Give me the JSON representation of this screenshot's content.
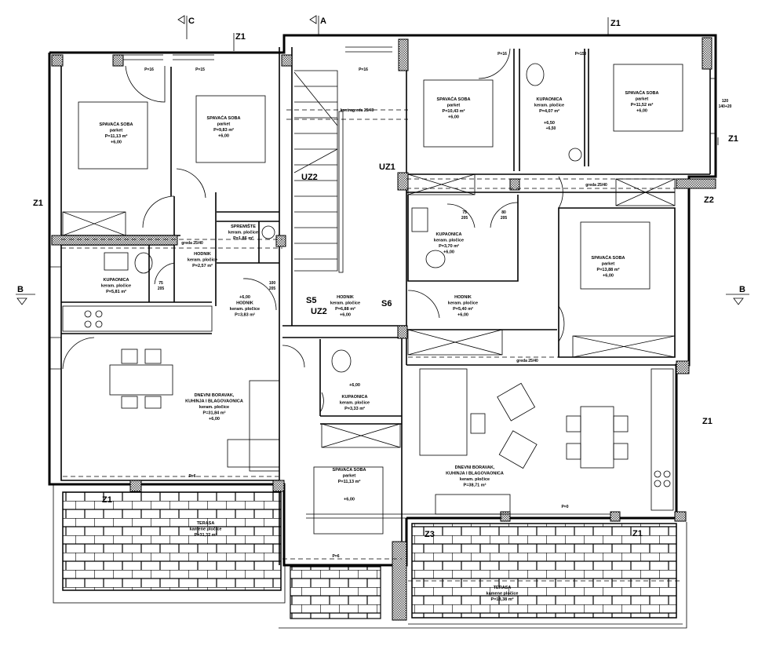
{
  "rooms": [
    {
      "lines": [
        "SPAVAĆA SOBA",
        "parket",
        "P=11,13 m²",
        "+6,00"
      ]
    },
    {
      "lines": [
        "SPAVAĆA SOBA",
        "parket",
        "P=9,83 m²",
        "+6,00"
      ]
    },
    {
      "lines": [
        "SPREMIŠTE",
        "keram. pločice",
        "P=1,86 m²"
      ]
    },
    {
      "lines": [
        "HODNIK",
        "keram. pločice",
        "P=2,57 m²"
      ]
    },
    {
      "lines": [
        "KUPAONICA",
        "keram. pločice",
        "P=5,81 m²"
      ]
    },
    {
      "lines": [
        "+6,00",
        "HODNIK",
        "keram. pločice",
        "P=3,83 m²"
      ]
    },
    {
      "lines": [
        "DNEVNI BORAVAK,",
        "KUHINJA I BLAGOVAONICA",
        "keram. pločice",
        "P=31,84 m²",
        "+6,00"
      ]
    },
    {
      "lines": [
        "HODNIK",
        "keram. pločice",
        "P=6,88 m²",
        "+6,00"
      ]
    },
    {
      "lines": [
        "HODNIK",
        "keram. pločice",
        "P=5,40 m²",
        "+6,00"
      ]
    },
    {
      "lines": [
        "KUPAONICA",
        "keram. pločice",
        "P=3,70 m²",
        "+6,00"
      ]
    },
    {
      "lines": [
        "SPAVAĆA SOBA",
        "parket",
        "P=10,43 m²",
        "+6,00"
      ]
    },
    {
      "lines": [
        "KUPAONICA",
        "keram. pločice",
        "P=4,07 m²",
        "",
        "+6,50"
      ]
    },
    {
      "lines": [
        "SPAVAĆA SOBA",
        "parket",
        "P=11,52 m²",
        "+6,00"
      ]
    },
    {
      "lines": [
        "SPAVAĆA SOBA",
        "parket",
        "P=13,88 m²",
        "+6,00"
      ]
    },
    {
      "lines": [
        "+6,00",
        "",
        "KUPAONICA",
        "keram. pločice",
        "P=3,33 m²"
      ]
    },
    {
      "lines": [
        "SPAVAĆA SOBA",
        "parket",
        "P=11,13 m²",
        "",
        "",
        "+6,00"
      ]
    },
    {
      "lines": [
        "DNEVNI BORAVAK,",
        "KUHINJA I BLAGOVAONICA",
        "keram. pločice",
        "P=38,71 m²"
      ]
    },
    {
      "lines": [
        "TERASA",
        "kamene pločice",
        "P=31,32 m²"
      ]
    },
    {
      "lines": [
        "TERASA",
        "kamene pločice",
        "P=18,38 m²"
      ]
    }
  ],
  "markers": {
    "section_c": "C",
    "section_a": "A",
    "section_b_left": "B",
    "section_b_right": "B",
    "z1": "Z1",
    "uz1": "UZ1",
    "uz2": "UZ2",
    "s5": "S5",
    "s6": "S6",
    "z2": "Z2",
    "z3": "Z3"
  },
  "notes": {
    "greda": "greda 25/40",
    "kontragreda": "kontragreda 25/40",
    "p16": "P=16",
    "p15": "P=15",
    "p0": "P=0",
    "p6": "P=6",
    "p150": "P=150",
    "elev_650": "+6,50",
    "d75": "75",
    "d80": "80",
    "d100": "100",
    "h205": "205",
    "w120": "120",
    "w120h": "140+20"
  }
}
